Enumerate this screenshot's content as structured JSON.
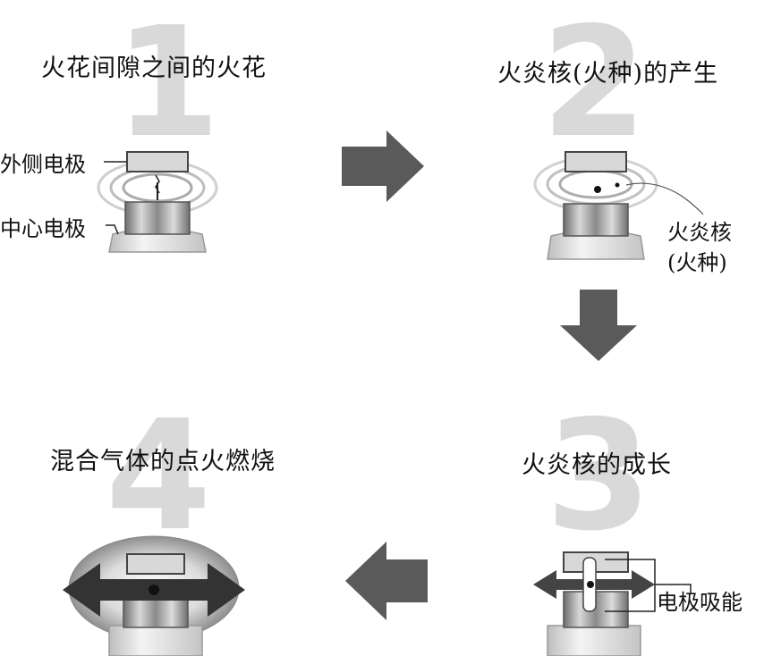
{
  "steps": [
    {
      "number": "1",
      "title": "火花间隙之间的火花"
    },
    {
      "number": "2",
      "title": "火炎核(火种)的产生"
    },
    {
      "number": "3",
      "title": "火炎核的成长"
    },
    {
      "number": "4",
      "title": "混合气体的点火燃烧"
    }
  ],
  "labels": {
    "outer_electrode": "外侧电极",
    "center_electrode": "中心电极",
    "flame_kernel_line1": "火炎核",
    "flame_kernel_line2": "(火种)",
    "electrode_absorb": "电极吸能"
  }
}
